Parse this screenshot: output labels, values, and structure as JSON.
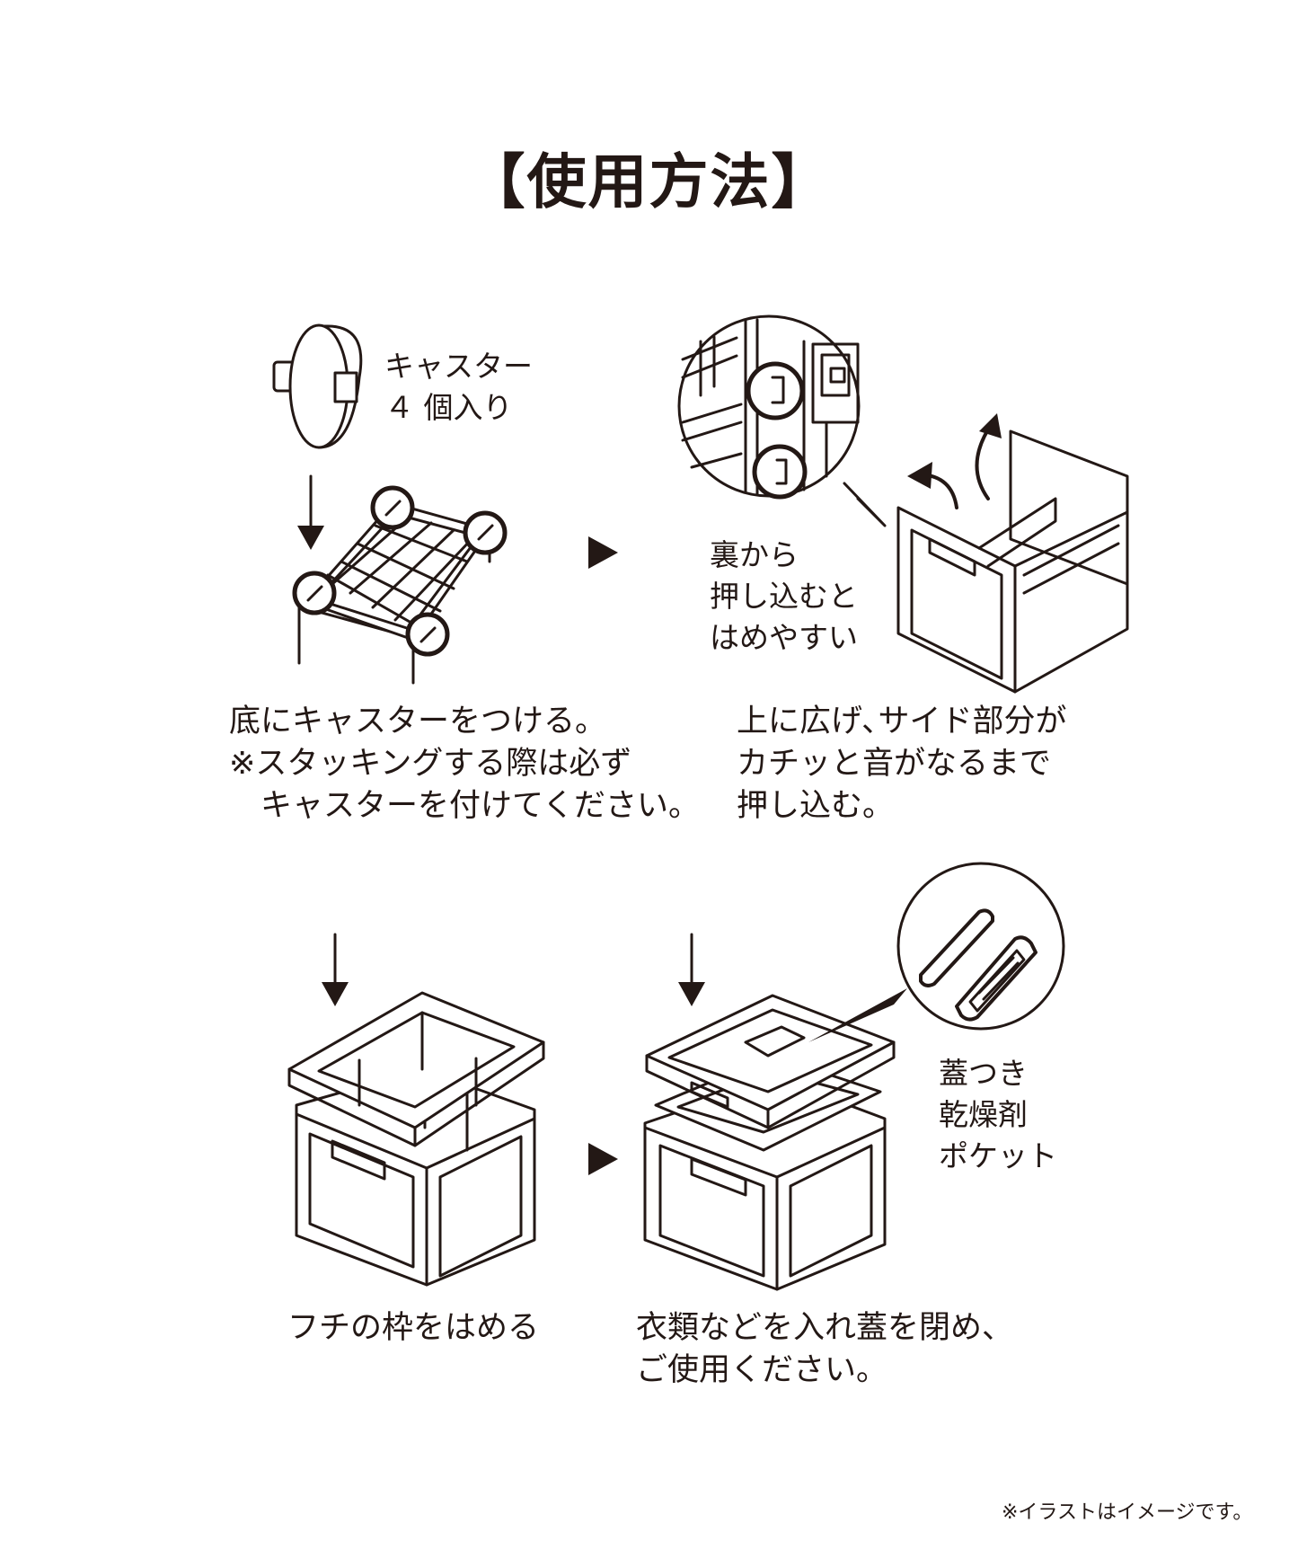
{
  "title": "【使用方法】",
  "steps": [
    {
      "caption": "底にキャスターをつける。\n※スタッキングする際は必ず\n　キャスターを付けてください。",
      "label": "キャスター\n４ 個入り"
    },
    {
      "caption": "上に広げ､サイド部分が\nカチッと音がなるまで\n押し込む。",
      "label": "裏から\n押し込むと\nはめやすい"
    },
    {
      "caption": "フチの枠をはめる"
    },
    {
      "caption": "衣類などを入れ蓋を閉め、\nご使用ください。",
      "label": "蓋つき\n乾燥剤\nポケット"
    }
  ],
  "footnote": "※イラストはイメージです。",
  "colors": {
    "ink": "#231815",
    "background": "#ffffff"
  }
}
